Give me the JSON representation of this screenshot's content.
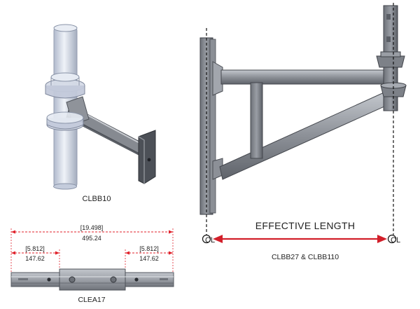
{
  "clbb10": {
    "caption": "CLBB10"
  },
  "clea17": {
    "caption": "CLEA17",
    "overall": {
      "imperial": "[19.498]",
      "metric": "495.24"
    },
    "left_end": {
      "imperial": "[5.812]",
      "metric": "147.62"
    },
    "right_end": {
      "imperial": "[5.812]",
      "metric": "147.62"
    }
  },
  "clbb27": {
    "caption": "CLBB27 & CLBB110",
    "effective_length_label": "EFFECTIVE LENGTH",
    "centerline_symbol": "CL"
  },
  "colors": {
    "dimension": "#e0202a",
    "steel": "#7a7e85",
    "steel_light": "#b9bdc4",
    "glass": "#c9d3e6",
    "arrow": "#d21f2a"
  }
}
